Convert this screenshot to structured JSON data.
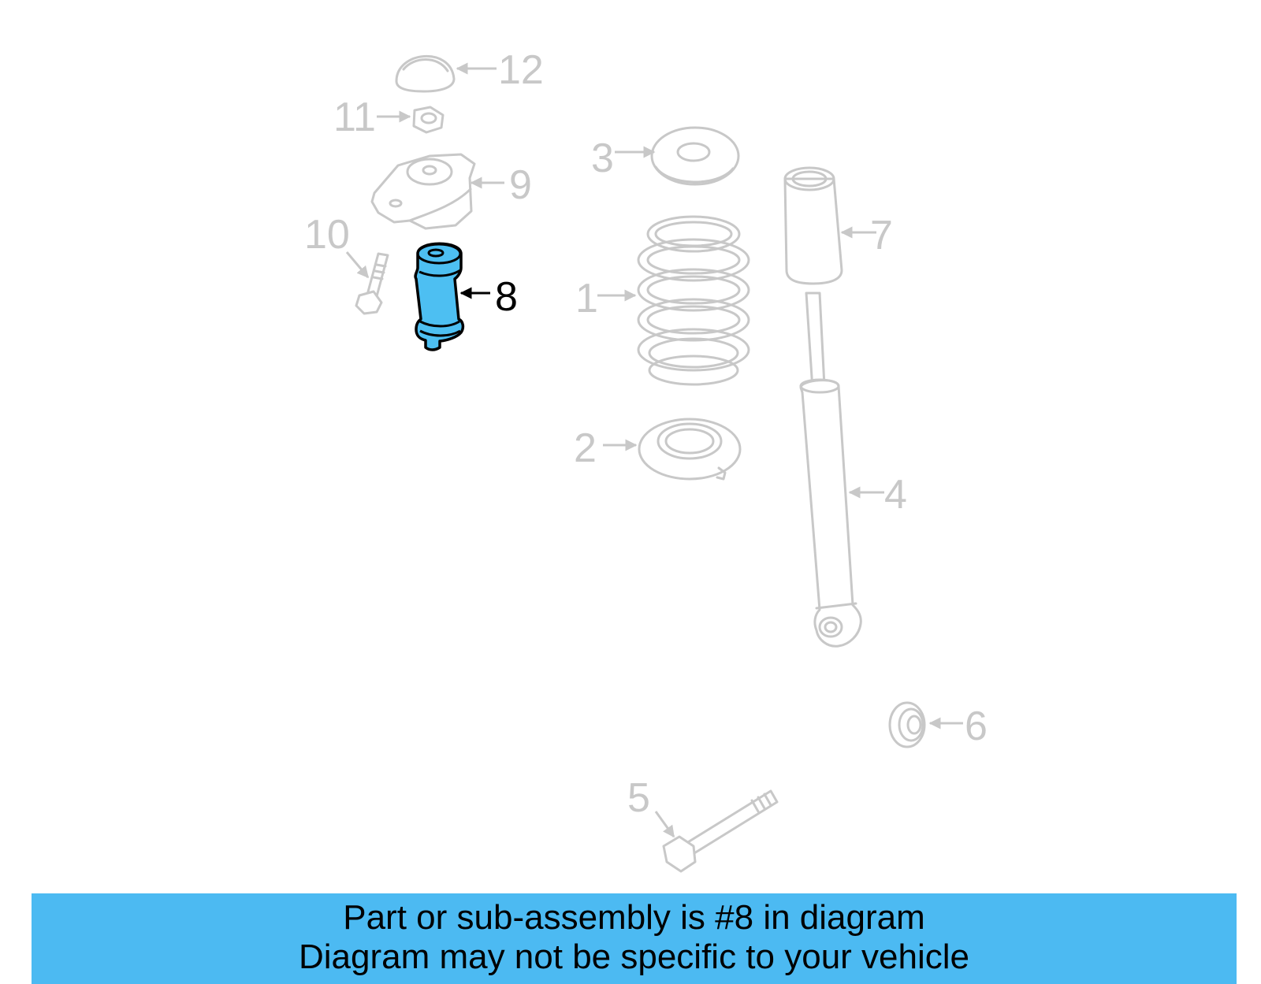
{
  "diagram": {
    "highlight_color": "#4dbff2",
    "ghost_color": "#c8c8c8",
    "callouts": {
      "c1": "1",
      "c2": "2",
      "c3": "3",
      "c4": "4",
      "c5": "5",
      "c6": "6",
      "c7": "7",
      "c8": "8",
      "c9": "9",
      "c10": "10",
      "c11": "11",
      "c12": "12"
    }
  },
  "caption": {
    "background": "#4cbaf2",
    "line1": "Part or sub-assembly is #8 in diagram",
    "line2": "Diagram may not be specific to your vehicle"
  }
}
